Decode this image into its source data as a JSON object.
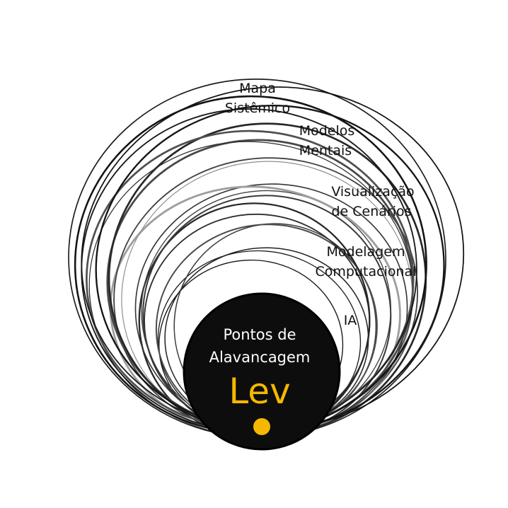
{
  "layers": [
    {
      "line1": "Mapa",
      "line2": "Sistêmico"
    },
    {
      "line1": "Modelos",
      "line2": "Mentais"
    },
    {
      "line1": "Visualização",
      "line2": "de Cenários"
    },
    {
      "line1": "Modelagem",
      "line2": "Computacional"
    },
    {
      "line1": "IA",
      "line2": ""
    }
  ],
  "core": {
    "line1": "Pontos de",
    "line2": "Alavancagem",
    "short": "Lev"
  },
  "colors": {
    "accent": "#F5B700",
    "ink": "#111111",
    "core_fill": "#0d0d0d"
  }
}
